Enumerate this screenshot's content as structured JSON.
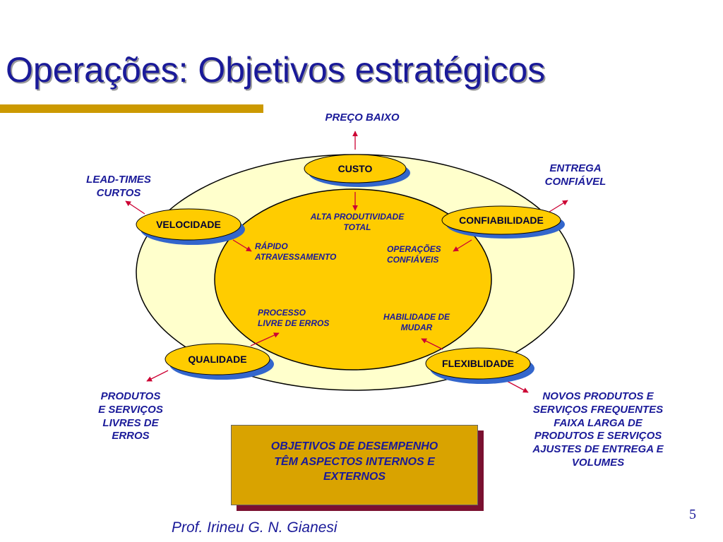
{
  "title": "Operações: Objetivos estratégicos",
  "pills": {
    "custo": "CUSTO",
    "velocidade": "VELOCIDADE",
    "confiabilidade": "CONFIABILIDADE",
    "qualidade": "QUALIDADE",
    "flexibilidade": "FLEXIBLIDADE"
  },
  "external": {
    "preco": "PREÇO BAIXO",
    "lead_times": [
      "LEAD-TIMES",
      "CURTOS"
    ],
    "entrega": [
      "ENTREGA",
      "CONFIÁVEL"
    ],
    "produtos": [
      "PRODUTOS",
      "E SERVIÇOS",
      "LIVRES DE",
      "ERROS"
    ],
    "novos": [
      "NOVOS PRODUTOS E",
      "SERVIÇOS FREQUENTES",
      "FAIXA LARGA DE",
      "PRODUTOS E SERVIÇOS",
      "AJUSTES DE ENTREGA E",
      "VOLUMES"
    ]
  },
  "internal": {
    "alta": [
      "ALTA PRODUTIVIDADE",
      "TOTAL"
    ],
    "rapido": [
      "RÁPIDO",
      "ATRAVESSAMENTO"
    ],
    "operacoes": [
      "OPERAÇÕES",
      "CONFIÁVEIS"
    ],
    "processo": [
      "PROCESSO",
      "LIVRE DE ERROS"
    ],
    "habilidade": [
      "HABILIDADE DE",
      "MUDAR"
    ]
  },
  "box": [
    "OBJETIVOS DE DESEMPENHO",
    "TÊM ASPECTOS INTERNOS E",
    "EXTERNOS"
  ],
  "footer": "Prof. Irineu G. N. Gianesi",
  "page_number": "5",
  "colors": {
    "title": "#1a1a99",
    "accent_bar": "#cc9900",
    "outer_ellipse": "#ffffcc",
    "inner_ellipse": "#ffcc00",
    "pill_fill": "#ffcc00",
    "pill_shadow": "#3366cc",
    "arrow": "#cc0033"
  }
}
